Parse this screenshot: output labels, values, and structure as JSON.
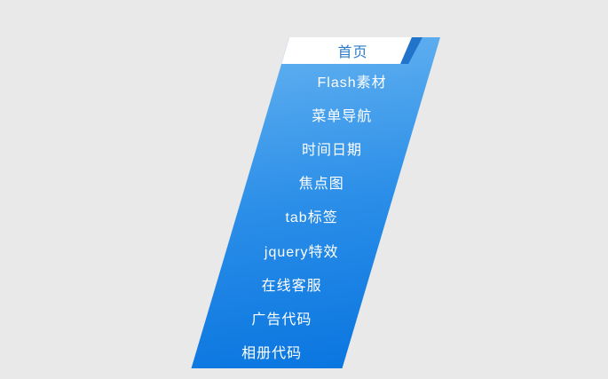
{
  "page": {
    "background_color": "#e9e9e9"
  },
  "menu": {
    "type": "skewed-vertical-nav",
    "skew_angle_deg": -16.5,
    "gradient_top_color": "#62b1f0",
    "gradient_bottom_color": "#0a76e0",
    "item_text_color": "#ffffff",
    "active_tab": {
      "label": "首页",
      "bg_color": "#ffffff",
      "text_color": "#2a7bc8",
      "fold_color": "#2173cb"
    },
    "items": [
      {
        "label": "Flash素材"
      },
      {
        "label": "菜单导航"
      },
      {
        "label": "时间日期"
      },
      {
        "label": "焦点图"
      },
      {
        "label": "tab标签"
      },
      {
        "label": "jquery特效"
      },
      {
        "label": "在线客服"
      },
      {
        "label": "广告代码"
      },
      {
        "label": "相册代码"
      }
    ]
  }
}
